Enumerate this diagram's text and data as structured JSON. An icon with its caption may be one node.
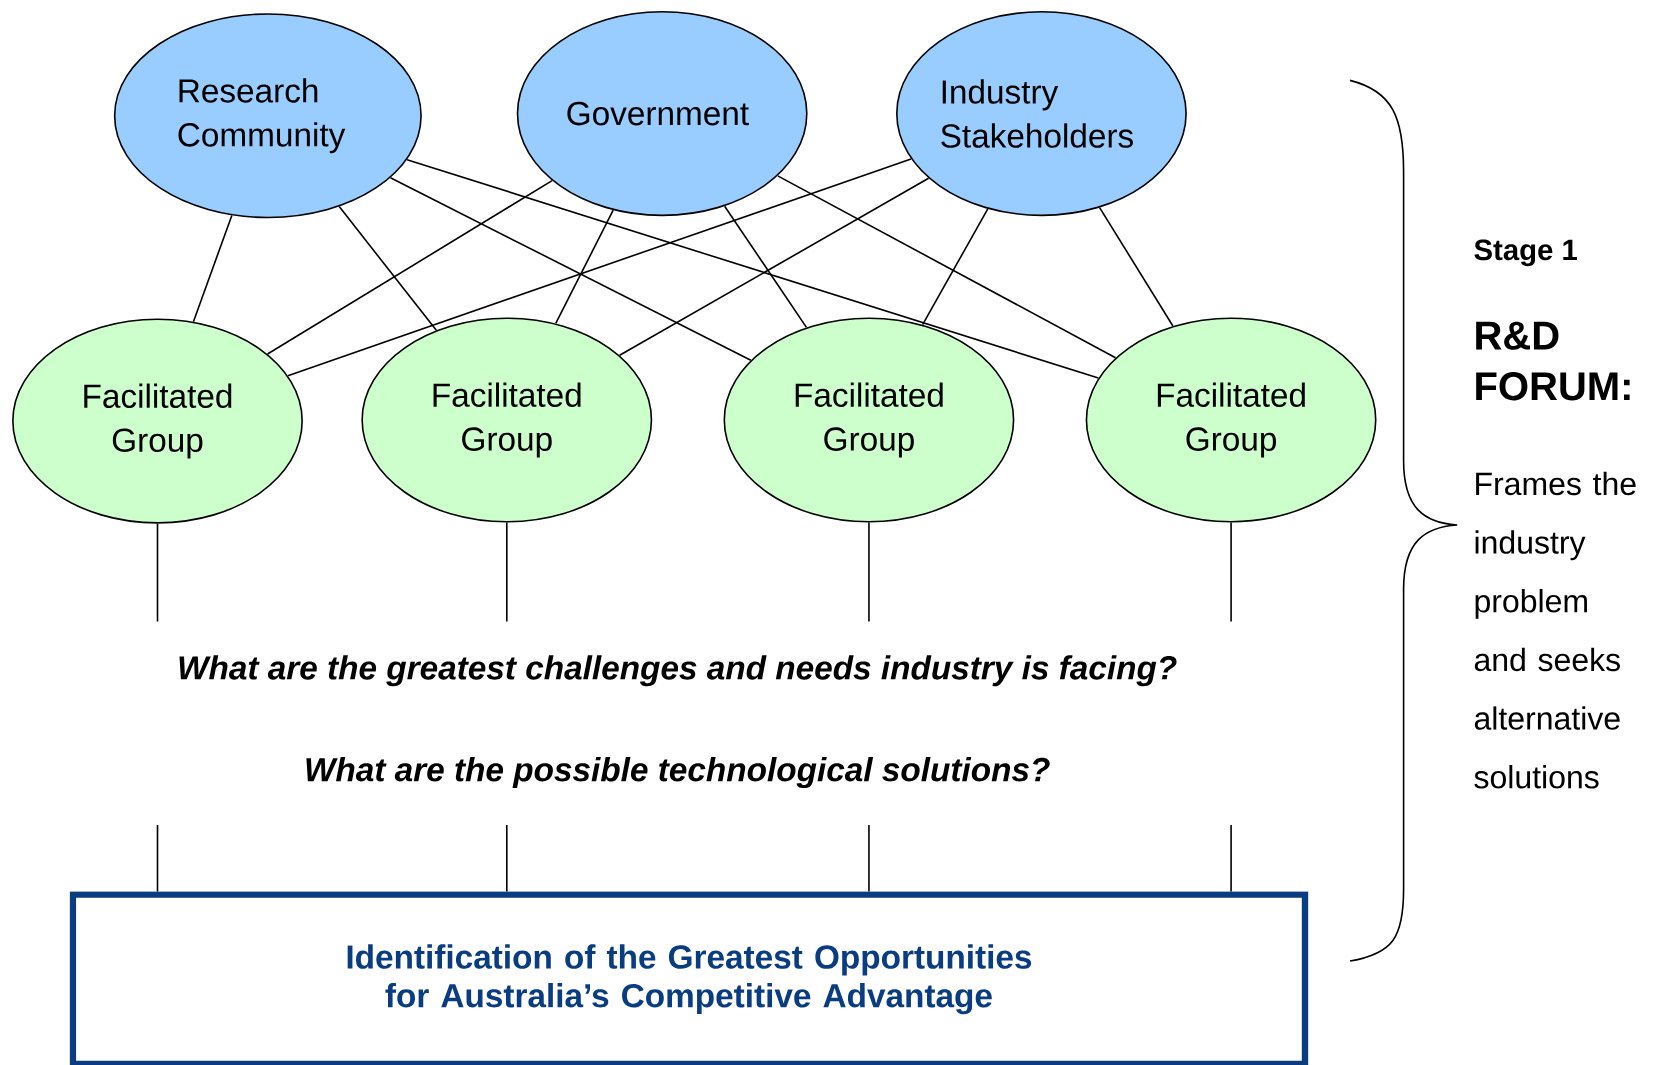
{
  "diagram": {
    "nodes": [
      {
        "text": [
          "Research Community"
        ]
      },
      {
        "text": [
          "Government"
        ]
      },
      {
        "text": [
          "Industry Stakeholders"
        ]
      },
      {
        "text": [
          "Facilitated Group"
        ]
      },
      {
        "text": [
          "Facilitated Group"
        ]
      },
      {
        "text": [
          "Facilitated Group"
        ]
      },
      {
        "text": [
          "Facilitated Group"
        ]
      },
      {
        "text": [
          "Identification of the Greatest Opportunities for Australia’s Competitive Advantage"
        ]
      }
    ],
    "edges": [
      {
        "from": 0,
        "to": 3,
        "arrow": "none"
      },
      {
        "from": 0,
        "to": 4,
        "arrow": "none"
      },
      {
        "from": 0,
        "to": 5,
        "arrow": "none"
      },
      {
        "from": 0,
        "to": 6,
        "arrow": "none"
      },
      {
        "from": 1,
        "to": 3,
        "arrow": "none"
      },
      {
        "from": 1,
        "to": 4,
        "arrow": "none"
      },
      {
        "from": 1,
        "to": 5,
        "arrow": "none"
      },
      {
        "from": 1,
        "to": 6,
        "arrow": "none"
      },
      {
        "from": 2,
        "to": 3,
        "arrow": "none"
      },
      {
        "from": 2,
        "to": 4,
        "arrow": "none"
      },
      {
        "from": 2,
        "to": 5,
        "arrow": "none"
      },
      {
        "from": 2,
        "to": 6,
        "arrow": "none"
      },
      {
        "from": 3,
        "to": 7,
        "arrow": "none"
      },
      {
        "from": 4,
        "to": 7,
        "arrow": "none"
      },
      {
        "from": 5,
        "to": 7,
        "arrow": "none"
      },
      {
        "from": 6,
        "to": 7,
        "arrow": "none"
      }
    ],
    "labels": [
      "Stage 1",
      "R&D FORUM:",
      "Frames the industry problem and seeks alternative solutions",
      "What are the greatest challenges and needs industry is facing?",
      "What are the possible technological solutions?"
    ]
  }
}
